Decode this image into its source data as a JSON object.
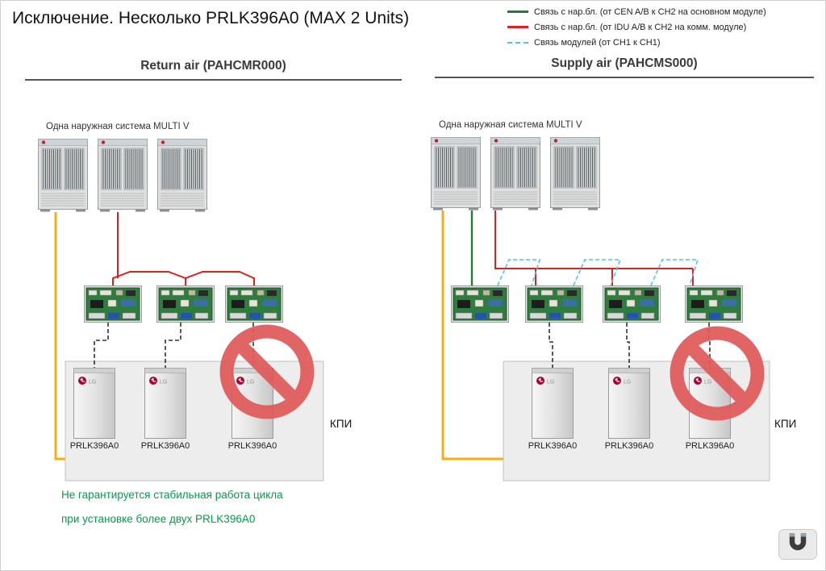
{
  "title": "Исключение. Несколько PRLK396A0 (MAX 2 Units)",
  "legend": [
    {
      "label": "Связь с нар.бл. (от CEN A/B к CH2 на основном модуле)",
      "color": "#1e7e34",
      "line": "solid"
    },
    {
      "label": "Связь с нар.бл. (от IDU A/B к CH2 на комм. модуле)",
      "color": "#e02020",
      "line": "solid"
    },
    {
      "label": "Связь модулей (от CH1 к CH1)",
      "color": "#4dc3ee",
      "line": "dashed"
    }
  ],
  "panels": {
    "left": {
      "header": "Return air (PAHCMR000)",
      "system_label": "Одна наружная система MULTI V",
      "units": [
        "PRLK396A0",
        "PRLK396A0",
        "PRLK396A0"
      ],
      "kpi": "КПИ"
    },
    "right": {
      "header": "Supply air (PAHCMS000)",
      "system_label": "Одна наружная система MULTI V",
      "units": [
        "PRLK396A0",
        "PRLK396A0",
        "PRLK396A0"
      ],
      "kpi": "КПИ"
    }
  },
  "note": {
    "line1": "Не гарантируется стабильная работа цикла",
    "line2": "при установке более двух PRLK396A0",
    "color": "#00a046"
  },
  "branding": {
    "lg": "LG"
  },
  "wire_colors": {
    "power_yellow": "#f2ae16",
    "idu_comm_red": "#e02020",
    "cen_comm_green": "#1e7e34",
    "module_comm_cyan": "#4dc3ee",
    "control_dashed_black": "#333333"
  }
}
